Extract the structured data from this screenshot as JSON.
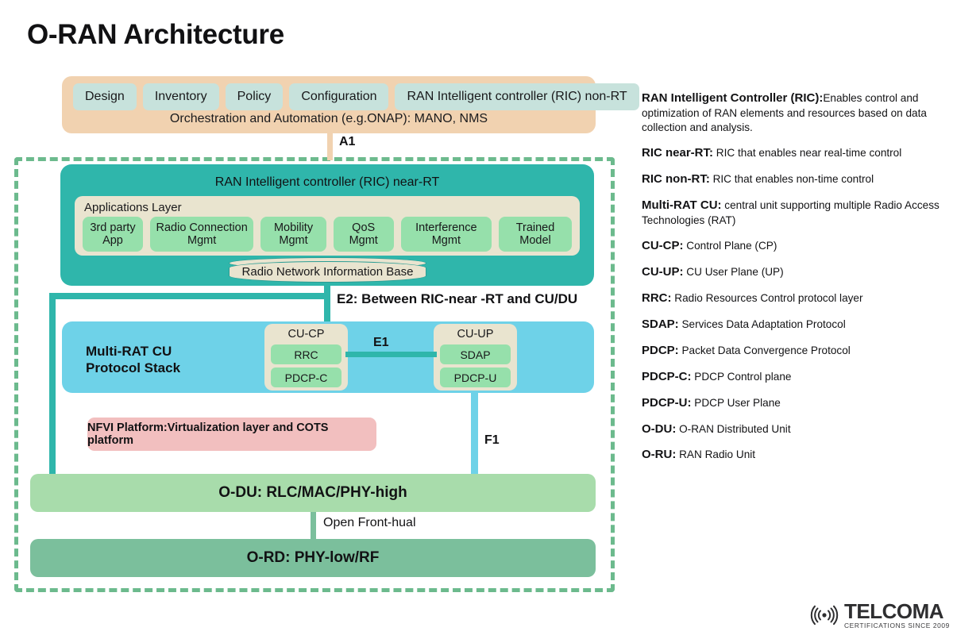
{
  "title": "O-RAN Architecture",
  "orchestration": {
    "pills": [
      "Design",
      "Inventory",
      "Policy",
      "Configuration",
      "RAN Intelligent controller (RIC) non-RT"
    ],
    "caption": "Orchestration and Automation (e.g.ONAP): MANO, NMS"
  },
  "links": {
    "a1": "A1",
    "e2": "E2: Between RIC-near -RT and CU/DU",
    "e1": "E1",
    "f1": "F1",
    "fronthaul": "Open Front-hual"
  },
  "ric_near_rt": {
    "title": "RAN Intelligent controller (RIC) near-RT",
    "apps_layer_label": "Applications Layer",
    "apps": [
      "3rd party\nApp",
      "Radio Connection\nMgmt",
      "Mobility\nMgmt",
      "QoS\nMgmt",
      "Interference\nMgmt",
      "Trained\nModel"
    ],
    "rnib": "Radio Network Information Base"
  },
  "cu": {
    "title": "Multi-RAT CU\nProtocol Stack",
    "cp": {
      "title": "CU-CP",
      "protocols": [
        "RRC",
        "PDCP-C"
      ]
    },
    "up": {
      "title": "CU-UP",
      "protocols": [
        "SDAP",
        "PDCP-U"
      ]
    }
  },
  "nfvi": "NFVI Platform:Virtualization layer and COTS platform",
  "odu": "O-DU: RLC/MAC/PHY-high",
  "ord": "O-RD: PHY-low/RF",
  "legend": [
    {
      "term": "RAN Intelligent Controller (RIC):",
      "def": "Enables control and optimization of RAN elements and resources based on data collection and analysis."
    },
    {
      "term": "RIC near-RT:",
      "def": " RIC that enables near real-time control"
    },
    {
      "term": "RIC non-RT:",
      "def": " RIC that enables non-time control"
    },
    {
      "term": "Multi-RAT CU:",
      "def": " central unit supporting multiple Radio Access Technologies (RAT)"
    },
    {
      "term": "CU-CP:",
      "def": " Control Plane (CP)"
    },
    {
      "term": "CU-UP:",
      "def": " CU User Plane (UP)"
    },
    {
      "term": "RRC:",
      "def": " Radio Resources Control protocol layer"
    },
    {
      "term": "SDAP:",
      "def": " Services Data Adaptation Protocol"
    },
    {
      "term": "PDCP:",
      "def": " Packet Data Convergence Protocol"
    },
    {
      "term": "PDCP-C:",
      "def": " PDCP Control plane"
    },
    {
      "term": "PDCP-U:",
      "def": " PDCP User Plane"
    },
    {
      "term": "O-DU:",
      "def": " O-RAN Distributed Unit"
    },
    {
      "term": "O-RU:",
      "def": " RAN Radio Unit"
    }
  ],
  "logo": {
    "name": "TELCOMA",
    "tagline": "CERTIFICATIONS SINCE 2009"
  },
  "colors": {
    "orchestration_bg": "#f1d2b0",
    "pill_bg": "#c7e2dc",
    "ric_teal": "#2fb6ab",
    "apps_layer_bg": "#e9e4cf",
    "app_green": "#96e0ab",
    "cu_blue": "#6ed2e8",
    "nfvi_pink": "#f2bfbf",
    "odu_green": "#a8dcab",
    "ord_green": "#7bbf9c",
    "dashed_border": "#6cba8d"
  }
}
